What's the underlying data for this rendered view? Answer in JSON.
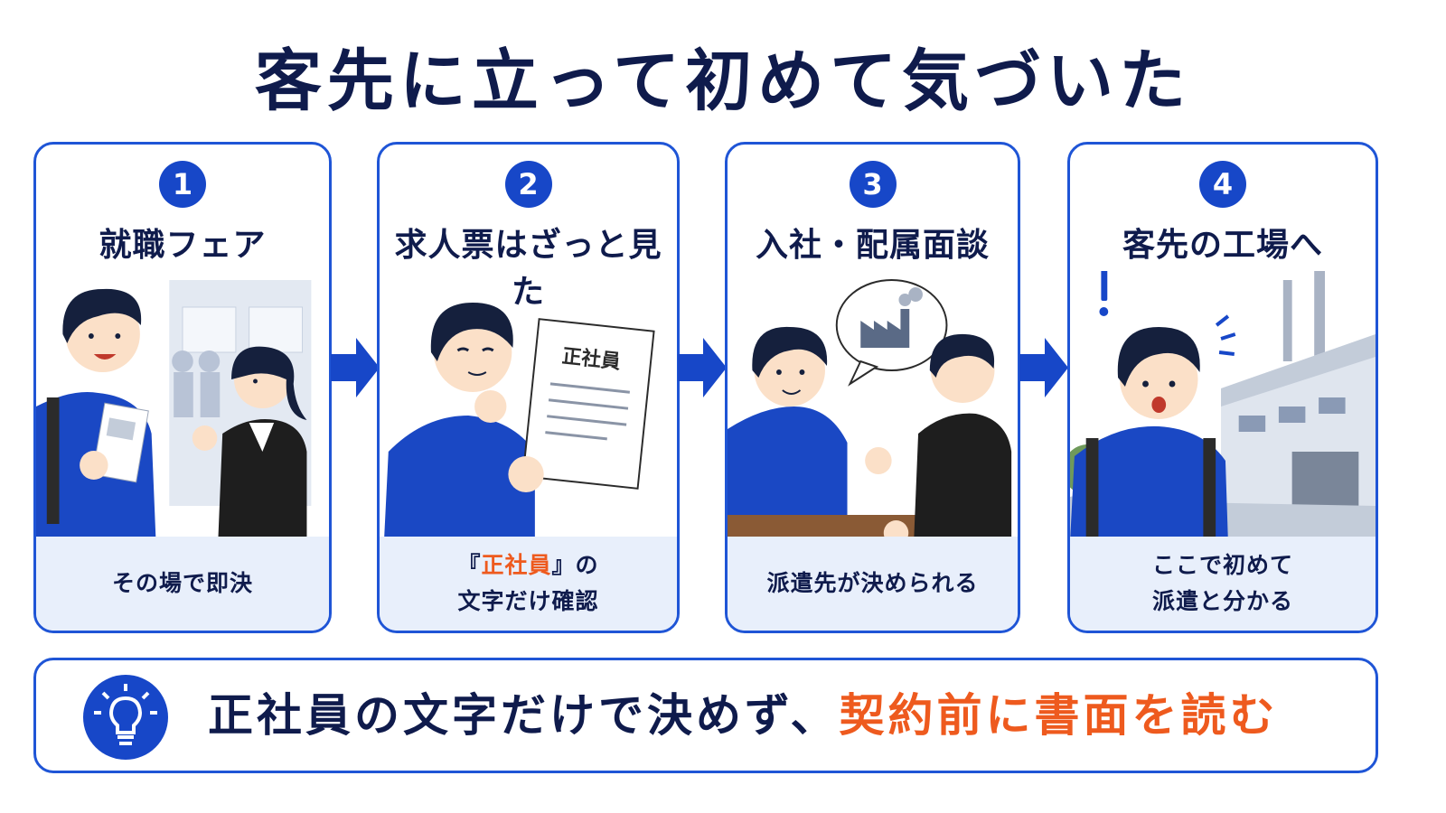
{
  "title": "客先に立って初めて気づいた",
  "steps": [
    {
      "number": "1",
      "title": "就職フェア",
      "caption_lines": [
        "その場で即決"
      ]
    },
    {
      "number": "2",
      "title": "求人票はざっと見た",
      "document_label": "正社員",
      "caption_open": "『",
      "caption_highlight": "正社員",
      "caption_close": "』の",
      "caption_line2": "文字だけ確認"
    },
    {
      "number": "3",
      "title": "入社・配属面談",
      "caption_lines": [
        "派遣先が決められる"
      ]
    },
    {
      "number": "4",
      "title": "客先の工場へ",
      "caption_lines": [
        "ここで初めて",
        "派遣と分かる"
      ]
    }
  ],
  "advice": {
    "icon": "lightbulb-icon",
    "text_normal": "正社員の文字だけで決めず、",
    "text_highlight": "契約前に書面を読む"
  },
  "colors": {
    "primary_blue": "#1747c8",
    "border_blue": "#1f55d6",
    "navy_text": "#0f1b4c",
    "accent_orange": "#ee5a1e",
    "caption_bg": "#e8effb"
  }
}
